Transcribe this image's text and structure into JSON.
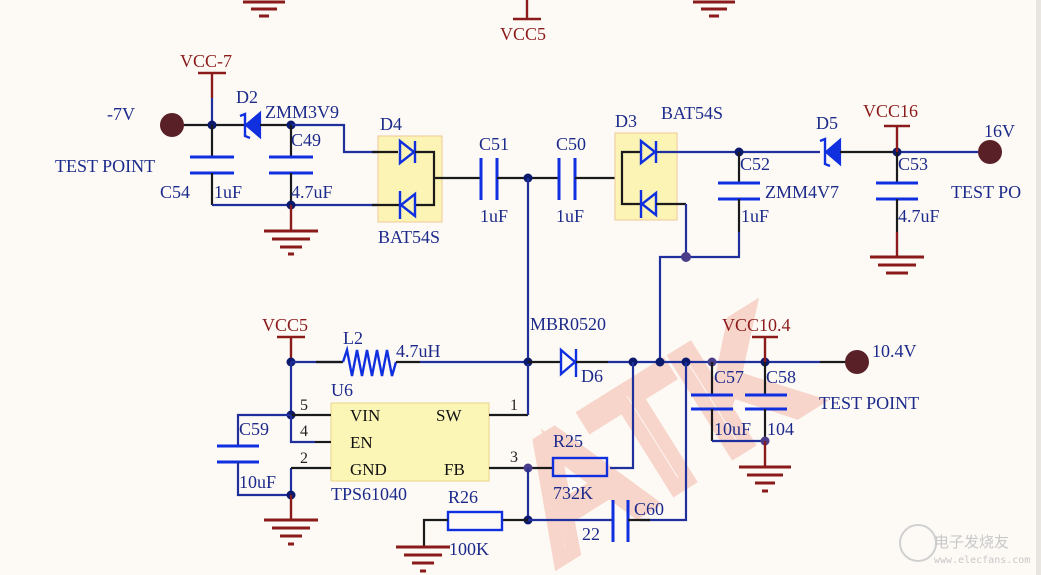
{
  "watermark": {
    "text": "ATK",
    "site_logo_text": "电子发烧友",
    "site_url": "www.elecfans.com"
  },
  "nets": {
    "vcc_neg7": "VCC-7",
    "vcc5_top": "VCC5",
    "vcc5": "VCC5",
    "vcc16": "VCC16",
    "vcc10_4": "VCC10.4"
  },
  "test_points": [
    {
      "ref": "-7V",
      "label": "TEST POINT"
    },
    {
      "ref": "16V",
      "label": "TEST PO"
    },
    {
      "ref": "10.4V",
      "label": "TEST POINT"
    }
  ],
  "components": {
    "D2": {
      "ref": "D2",
      "value": "ZMM3V9"
    },
    "C54": {
      "ref": "C54",
      "value": "1uF"
    },
    "C49": {
      "ref": "C49",
      "value": "4.7uF"
    },
    "D4": {
      "ref": "D4",
      "value": "BAT54S"
    },
    "C51": {
      "ref": "C51",
      "value": "1uF"
    },
    "C50": {
      "ref": "C50",
      "value": "1uF"
    },
    "D3": {
      "ref": "D3",
      "value": "BAT54S"
    },
    "C52": {
      "ref": "C52",
      "value": "1uF"
    },
    "D5": {
      "ref": "D5",
      "value": "ZMM4V7"
    },
    "C53": {
      "ref": "C53",
      "value": "4.7uF"
    },
    "L2": {
      "ref": "L2",
      "value": "4.7uH"
    },
    "D6": {
      "ref": "D6",
      "value": "MBR0520"
    },
    "U6": {
      "ref": "U6",
      "value": "TPS61040",
      "pins_left": [
        {
          "num": "5",
          "name": "VIN"
        },
        {
          "num": "4",
          "name": "EN"
        },
        {
          "num": "2",
          "name": "GND"
        }
      ],
      "pins_right": [
        {
          "num": "1",
          "name": "SW"
        },
        {
          "num": "3",
          "name": "FB"
        }
      ]
    },
    "C59": {
      "ref": "C59",
      "value": "10uF"
    },
    "R25": {
      "ref": "R25",
      "value": "732K"
    },
    "R26": {
      "ref": "R26",
      "value": "100K"
    },
    "C60": {
      "ref": "C60",
      "value": "22"
    },
    "C57": {
      "ref": "C57",
      "value": "10uF"
    },
    "C58": {
      "ref": "C58",
      "value": "104"
    }
  }
}
